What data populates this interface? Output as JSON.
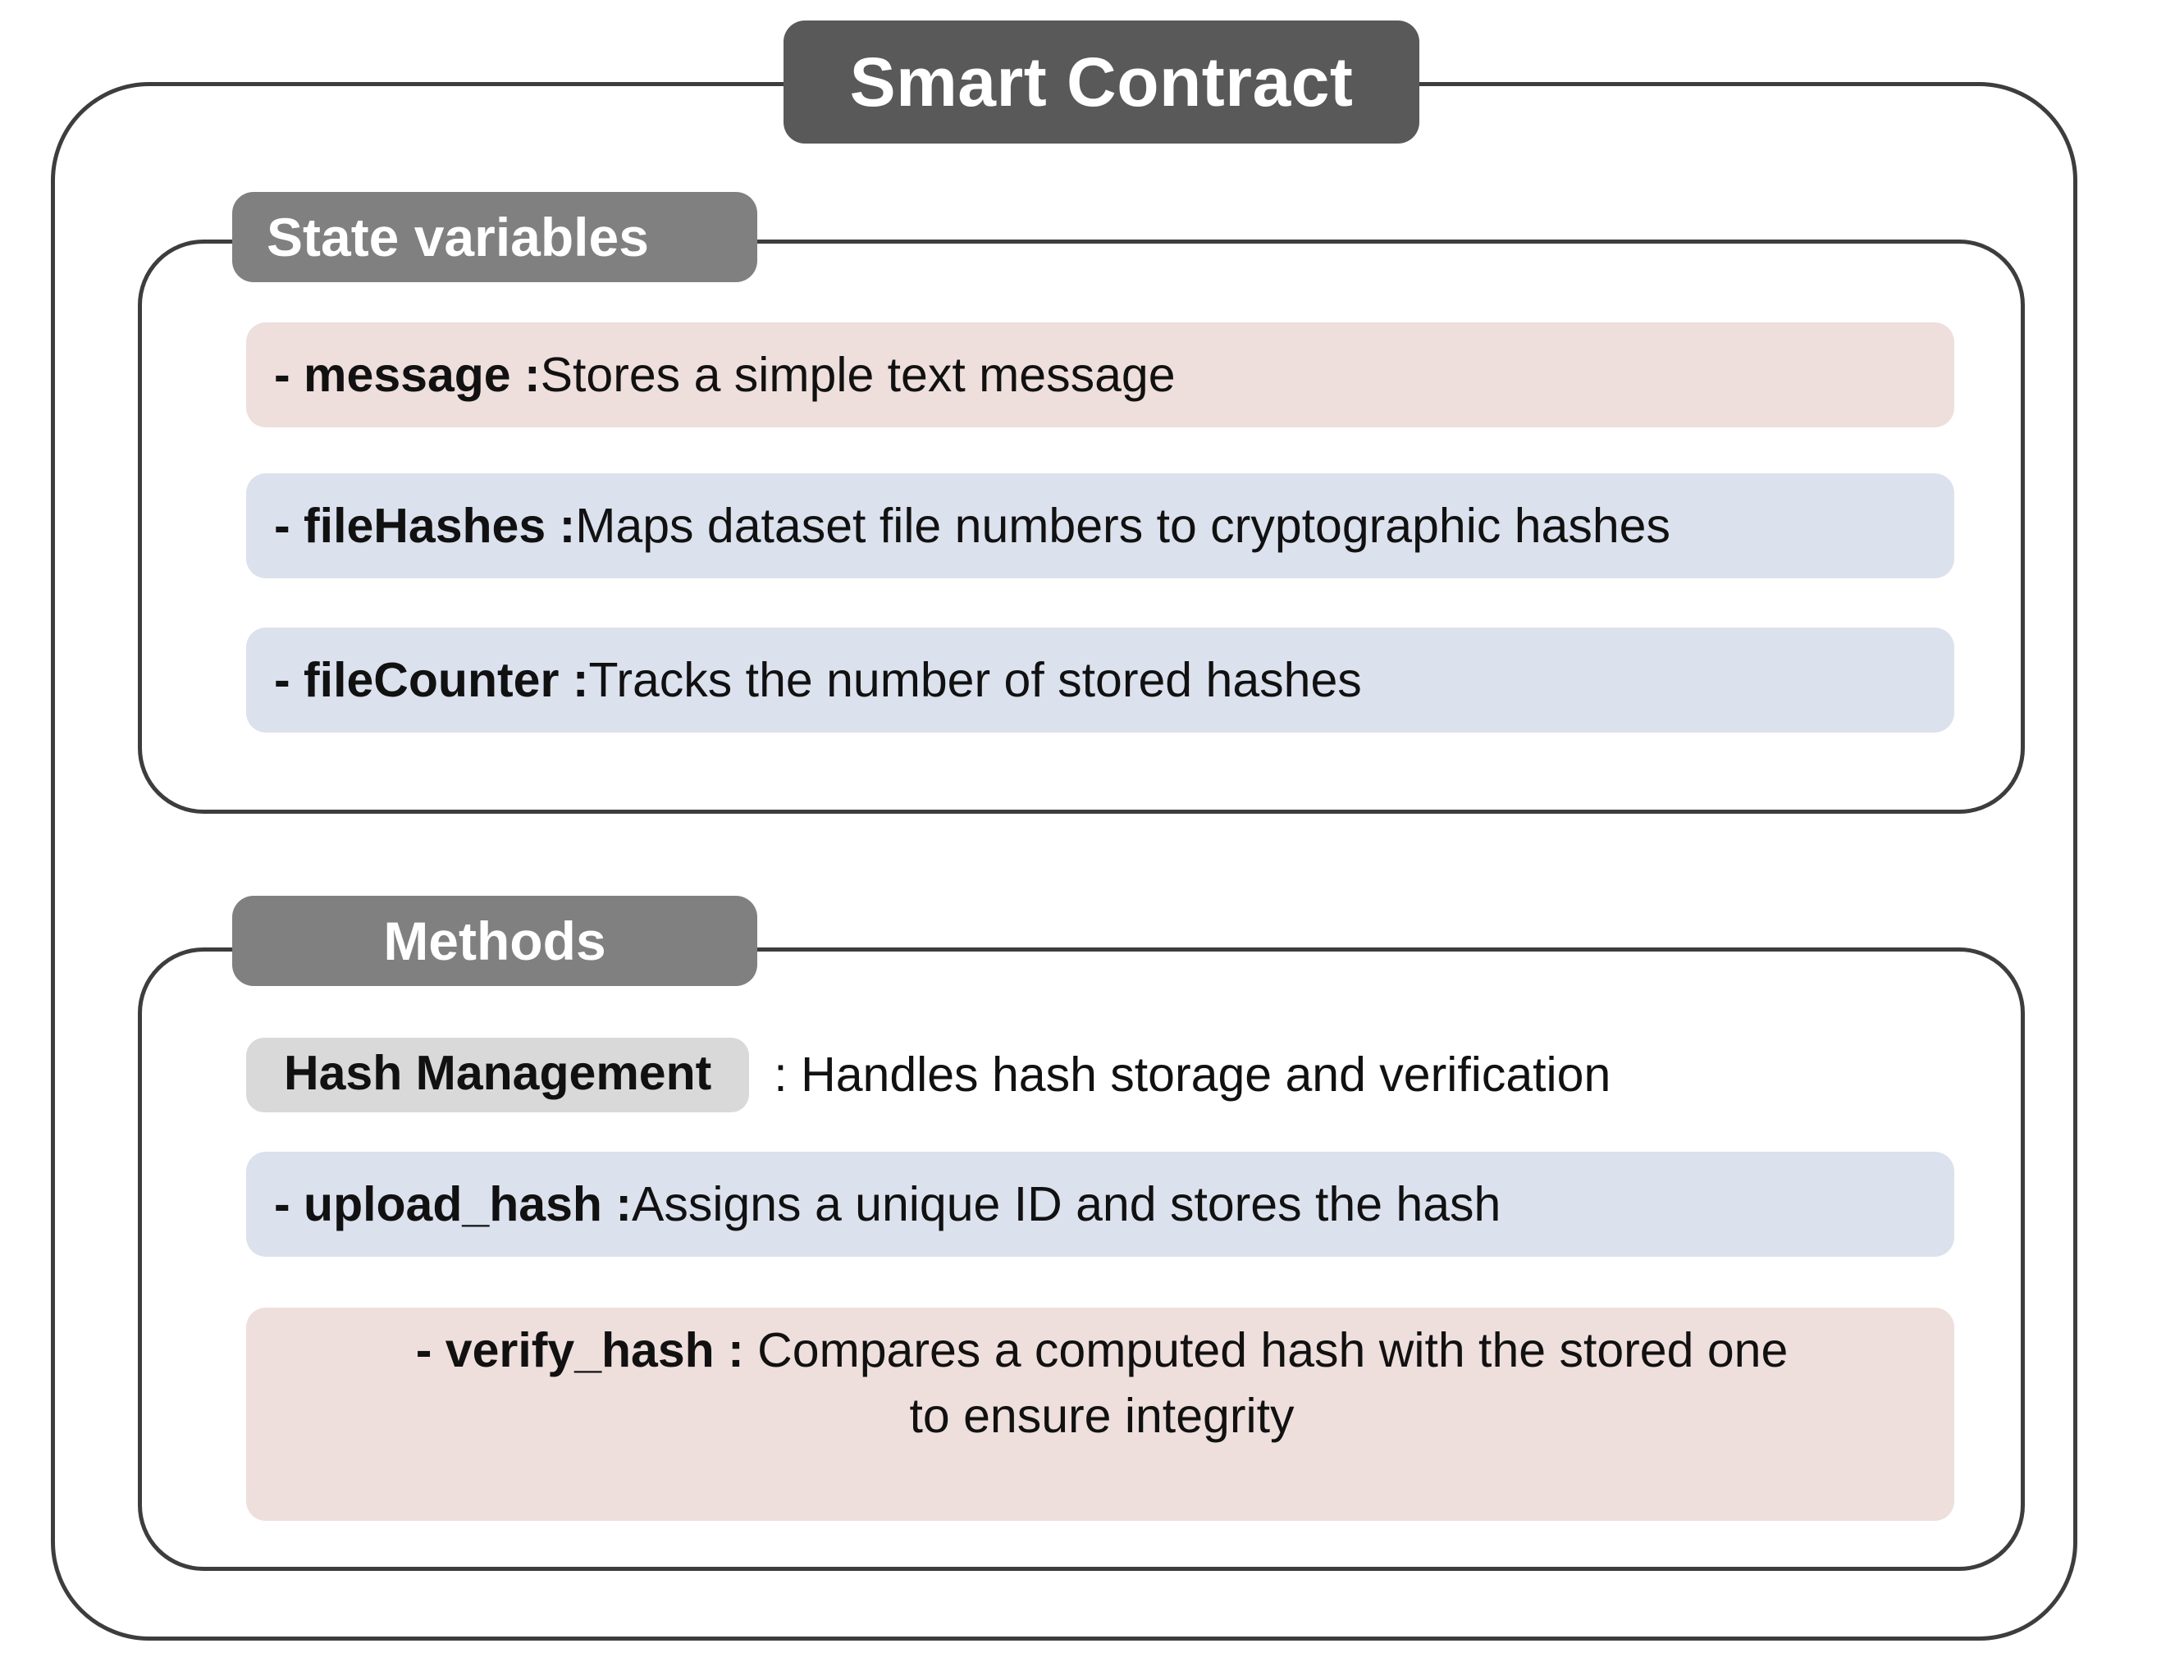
{
  "diagram": {
    "title": "Smart Contract",
    "sections": [
      {
        "id": "state-variables",
        "title": "State variables",
        "rows": [
          {
            "label": "- message :",
            "description": "Stores a simple text message",
            "color": "#eedfdc"
          },
          {
            "label": "- fileHashes :",
            "description": "Maps dataset file numbers to cryptographic hashes",
            "color": "#dce2ed"
          },
          {
            "label": "- fileCounter :",
            "description": "Tracks the number of stored hashes",
            "color": "#dce2ed"
          }
        ]
      },
      {
        "id": "methods",
        "title": "Methods",
        "rows": [
          {
            "label": "Hash Management",
            "description": ": Handles hash storage and verification",
            "color": "#d9d9d9"
          },
          {
            "label": "- upload_hash :",
            "description": "Assigns a unique ID and stores the hash",
            "color": "#dce2ed"
          },
          {
            "label": "- verify_hash :",
            "description": "Compares a computed hash with the stored one",
            "description_line2": "to ensure integrity",
            "color": "#eedfdc"
          }
        ]
      }
    ],
    "colors": {
      "title_pill": "#595959",
      "section_pill": "#808080",
      "border": "#3d3d3d",
      "rose": "#eedfdc",
      "blue": "#dce2ed",
      "gray_chip": "#d9d9d9",
      "text": "#111111",
      "pill_text": "#ffffff",
      "background": "#ffffff"
    }
  }
}
